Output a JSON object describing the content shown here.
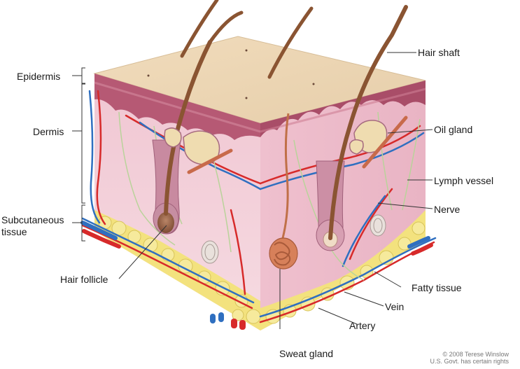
{
  "labels": {
    "epidermis": "Epidermis",
    "dermis": "Dermis",
    "subcutaneous_line1": "Subcutaneous",
    "subcutaneous_line2": "tissue",
    "hair_follicle": "Hair follicle",
    "sweat_gland": "Sweat gland",
    "artery": "Artery",
    "vein": "Vein",
    "fatty_tissue": "Fatty tissue",
    "nerve": "Nerve",
    "lymph_vessel": "Lymph vessel",
    "oil_gland": "Oil gland",
    "hair_shaft": "Hair shaft"
  },
  "credit": {
    "line1": "© 2008 Terese Winslow",
    "line2": "U.S. Govt. has certain rights"
  },
  "colors": {
    "epidermis_top": "#ecd6b4",
    "epidermis_band": "#b0546e",
    "dermis": "#f2cbd6",
    "fat": "#f3e07a",
    "artery": "#d72a2a",
    "vein": "#2f6fc0",
    "nerve": "#a9c98a",
    "hair": "#8a5432"
  }
}
